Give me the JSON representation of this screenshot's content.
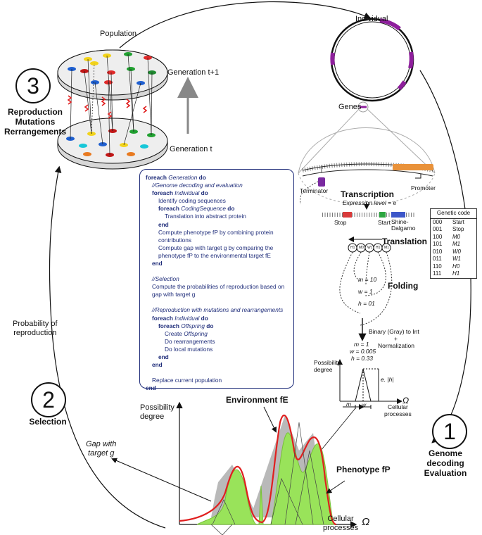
{
  "population": {
    "title": "Population",
    "gen_next": "Generation t+1",
    "gen_current": "Generation t"
  },
  "step3": {
    "number": "3",
    "title": "Reproduction\nMutations\nRerrangements"
  },
  "step2": {
    "number": "2",
    "title": "Selection"
  },
  "step1": {
    "number": "1",
    "title": "Genome decoding\nEvaluation"
  },
  "individual": {
    "title": "Individual",
    "genes_label": "Genes"
  },
  "transcription": {
    "title": "Transcription",
    "expression": "Expression level = e",
    "terminator": "Terminator",
    "promoter": "Promoter",
    "stop": "Stop",
    "start": "Start",
    "shine_dalgarno": "Shine-\nDalgarno"
  },
  "translation": {
    "title": "Translation",
    "codons": [
      "H1",
      "M0",
      "W1",
      "H1",
      "M1"
    ]
  },
  "folding": {
    "title": "Folding",
    "m_bin": "m = 10",
    "w_bin": "w = 1",
    "h_bin": "h = 01"
  },
  "conversion": {
    "line1": "Binary (Gray) to Int",
    "line2": "+",
    "line3": "Normalization",
    "m_val": "m = 1",
    "w_val": "w = 0.005",
    "h_val": "h = 0.33"
  },
  "small_plot": {
    "ylabel": "Possibility\ndegree",
    "xlabel": "Cellular\nprocesses",
    "height_label": "e. |h|",
    "m": "m",
    "w": "w",
    "omega": "Ω"
  },
  "genetic_code": {
    "title": "Genetic code",
    "rows": [
      {
        "code": "000",
        "meaning": "Start"
      },
      {
        "code": "001",
        "meaning": "Stop"
      },
      {
        "code": "100",
        "meaning": "M0"
      },
      {
        "code": "101",
        "meaning": "M1"
      },
      {
        "code": "010",
        "meaning": "W0"
      },
      {
        "code": "011",
        "meaning": "W1"
      },
      {
        "code": "110",
        "meaning": "H0"
      },
      {
        "code": "111",
        "meaning": "H1"
      }
    ]
  },
  "algorithm": [
    {
      "indent": 0,
      "parts": [
        {
          "t": "foreach ",
          "s": "b"
        },
        {
          "t": "Generation",
          "s": "i"
        },
        {
          "t": " do",
          "s": "b"
        }
      ]
    },
    {
      "indent": 1,
      "parts": [
        {
          "t": "//Genome decoding and evaluation",
          "s": "i"
        }
      ]
    },
    {
      "indent": 1,
      "parts": [
        {
          "t": "foreach ",
          "s": "b"
        },
        {
          "t": "Individual",
          "s": "i"
        },
        {
          "t": " do",
          "s": "b"
        }
      ]
    },
    {
      "indent": 2,
      "parts": [
        {
          "t": "Identify coding sequences",
          "s": ""
        }
      ]
    },
    {
      "indent": 2,
      "parts": [
        {
          "t": "foreach ",
          "s": "b"
        },
        {
          "t": "CodingSequence",
          "s": "i"
        },
        {
          "t": " do",
          "s": "b"
        }
      ]
    },
    {
      "indent": 3,
      "parts": [
        {
          "t": "Translation into abstract protein",
          "s": ""
        }
      ]
    },
    {
      "indent": 2,
      "parts": [
        {
          "t": "end",
          "s": "b"
        }
      ]
    },
    {
      "indent": 2,
      "parts": [
        {
          "t": "Compute phenotype fP by combining protein",
          "s": ""
        }
      ]
    },
    {
      "indent": 2,
      "parts": [
        {
          "t": "contributions",
          "s": ""
        }
      ]
    },
    {
      "indent": 2,
      "parts": [
        {
          "t": "Compute gap with target g by comparing the",
          "s": ""
        }
      ]
    },
    {
      "indent": 2,
      "parts": [
        {
          "t": "phenotype fP to the environmental target fE",
          "s": ""
        }
      ]
    },
    {
      "indent": 1,
      "parts": [
        {
          "t": "end",
          "s": "b"
        }
      ]
    },
    {
      "indent": 0,
      "parts": [
        {
          "t": "",
          "s": ""
        }
      ]
    },
    {
      "indent": 1,
      "parts": [
        {
          "t": "//Selection",
          "s": "i"
        }
      ]
    },
    {
      "indent": 1,
      "parts": [
        {
          "t": "Compute the probabilities of reproduction based on",
          "s": ""
        }
      ]
    },
    {
      "indent": 1,
      "parts": [
        {
          "t": "gap with target g",
          "s": ""
        }
      ]
    },
    {
      "indent": 0,
      "parts": [
        {
          "t": "",
          "s": ""
        }
      ]
    },
    {
      "indent": 1,
      "parts": [
        {
          "t": "//Reproduction with mutations and rearrangements",
          "s": "i"
        }
      ]
    },
    {
      "indent": 1,
      "parts": [
        {
          "t": "foreach ",
          "s": "b"
        },
        {
          "t": "Individual",
          "s": "i"
        },
        {
          "t": " do",
          "s": "b"
        }
      ]
    },
    {
      "indent": 2,
      "parts": [
        {
          "t": "foreach ",
          "s": "b"
        },
        {
          "t": "Offspring",
          "s": "i"
        },
        {
          "t": " do",
          "s": "b"
        }
      ]
    },
    {
      "indent": 3,
      "parts": [
        {
          "t": "Create ",
          "s": ""
        },
        {
          "t": "Offspring",
          "s": "i"
        }
      ]
    },
    {
      "indent": 3,
      "parts": [
        {
          "t": "Do rearrangements",
          "s": ""
        }
      ]
    },
    {
      "indent": 3,
      "parts": [
        {
          "t": "Do local mutations",
          "s": ""
        }
      ]
    },
    {
      "indent": 2,
      "parts": [
        {
          "t": "end",
          "s": "b"
        }
      ]
    },
    {
      "indent": 1,
      "parts": [
        {
          "t": "end",
          "s": "b"
        }
      ]
    },
    {
      "indent": 0,
      "parts": [
        {
          "t": "",
          "s": ""
        }
      ]
    },
    {
      "indent": 1,
      "parts": [
        {
          "t": "Replace current population",
          "s": ""
        }
      ]
    },
    {
      "indent": 0,
      "parts": [
        {
          "t": "end",
          "s": "b"
        }
      ]
    }
  ],
  "selection_side": {
    "prob_label": "Probability of\nreproduction",
    "gap_label": "Gap with\ntarget g"
  },
  "main_plot": {
    "ylabel": "Possibility\ndegree",
    "environment": "Environment fE",
    "phenotype": "Phenotype fP",
    "xlabel": "Cellular\nprocesses",
    "omega": "Ω"
  },
  "colors": {
    "environment": "#e01f1f",
    "phenotype_fill": "#99e35a",
    "gap_fill": "#b9b9b9",
    "algo_text": "#1f2d7a",
    "gene": "#8e1f9c"
  }
}
